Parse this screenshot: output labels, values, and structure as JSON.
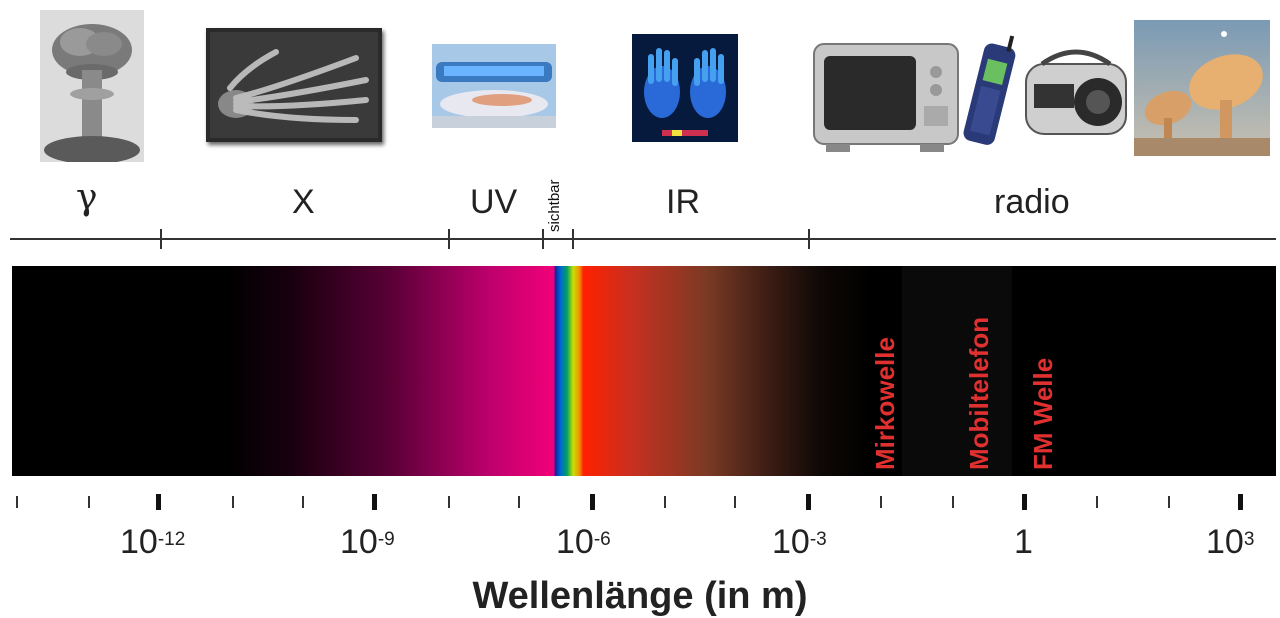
{
  "bands": {
    "gamma": "γ",
    "xray": "X",
    "uv": "UV",
    "visible": "sichtbar",
    "ir": "IR",
    "radio": "radio"
  },
  "sub_bands": {
    "microwave": "Mirkowelle",
    "mobile": "Mobiltelefon",
    "fm": "FM Welle"
  },
  "axis": {
    "title": "Wellenlänge (in m)",
    "ticks": [
      {
        "base": "10",
        "exp": "-12"
      },
      {
        "base": "10",
        "exp": "-9"
      },
      {
        "base": "10",
        "exp": "-6"
      },
      {
        "base": "10",
        "exp": "-3"
      },
      {
        "base": "1",
        "exp": ""
      },
      {
        "base": "10",
        "exp": "3"
      }
    ]
  },
  "pictures": {
    "gamma": "mushroom-cloud-icon",
    "xray": "xray-hand-icon",
    "uv": "tanning-bed-icon",
    "ir": "thermal-hands-icon",
    "radio_devices": "tv-phone-radio-icon",
    "radio_dish": "satellite-dish-icon"
  },
  "colors": {
    "sub_band_label": "#e03030",
    "uv_magenta": "#ee0078",
    "ir_red": "#ff2000"
  }
}
